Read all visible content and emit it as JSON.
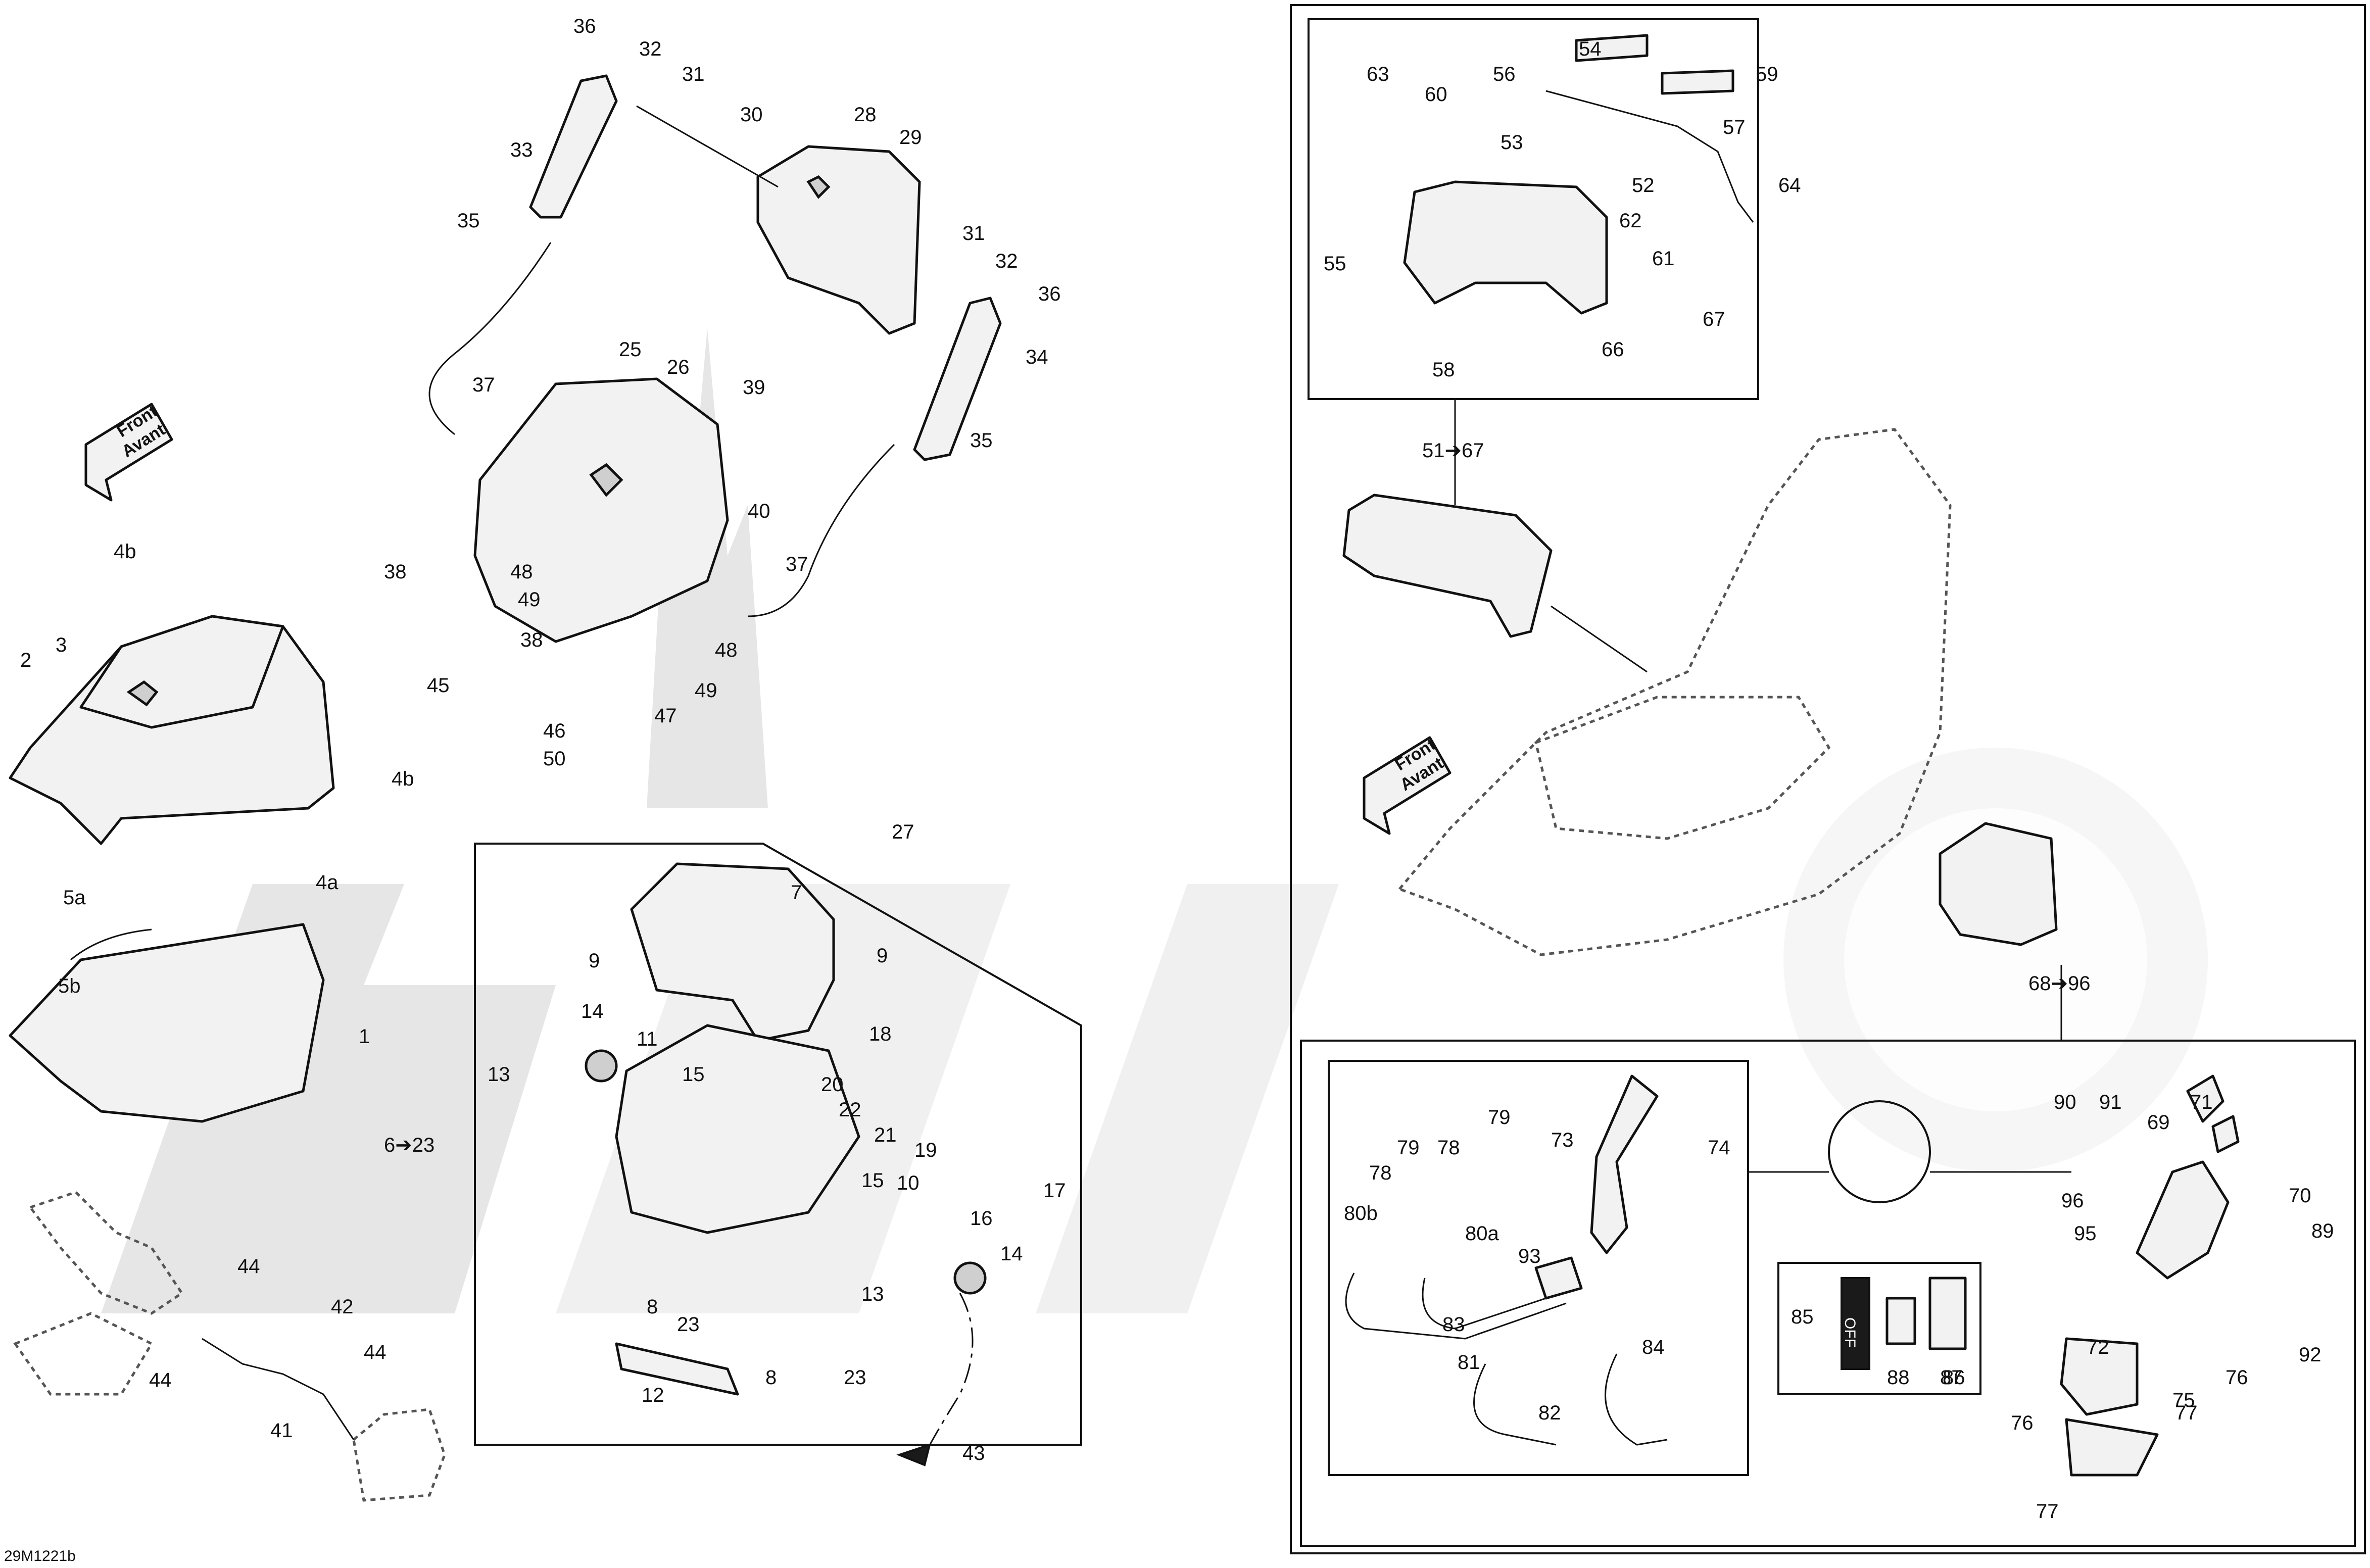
{
  "diagram_code": "29M1221b",
  "front_arrow": {
    "line1": "Front",
    "line2": "Avant"
  },
  "callouts": {
    "c1": "1",
    "c2": "2",
    "c3": "3",
    "c4a": "4a",
    "c4b_top": "4b",
    "c4b_bottom": "4b",
    "c5a": "5a",
    "c5b": "5b",
    "c6_23": "6➔23",
    "c7": "7",
    "c8a": "8",
    "c8b": "8",
    "c9a": "9",
    "c9b": "9",
    "c10": "10",
    "c11": "11",
    "c12": "12",
    "c13a": "13",
    "c13b": "13",
    "c14a": "14",
    "c14b": "14",
    "c15a": "15",
    "c15b": "15",
    "c16": "16",
    "c17": "17",
    "c18": "18",
    "c19": "19",
    "c20": "20",
    "c21": "21",
    "c22": "22",
    "c23a": "23",
    "c23b": "23",
    "c25": "25",
    "c26": "26",
    "c27": "27",
    "c28": "28",
    "c29": "29",
    "c30": "30",
    "c31a": "31",
    "c31b": "31",
    "c32a": "32",
    "c32b": "32",
    "c33": "33",
    "c34": "34",
    "c35a": "35",
    "c35b": "35",
    "c36a": "36",
    "c36b": "36",
    "c37a": "37",
    "c37b": "37",
    "c38a": "38",
    "c38b": "38",
    "c39": "39",
    "c40": "40",
    "c41": "41",
    "c42": "42",
    "c43": "43",
    "c44a": "44",
    "c44b": "44",
    "c44c": "44",
    "c45": "45",
    "c46": "46",
    "c47": "47",
    "c48a": "48",
    "c48b": "48",
    "c49a": "49",
    "c49b": "49",
    "c50": "50",
    "c51_67": "51➔67",
    "c52": "52",
    "c53": "53",
    "c54": "54",
    "c55": "55",
    "c56": "56",
    "c57": "57",
    "c58": "58",
    "c59": "59",
    "c60": "60",
    "c61": "61",
    "c62": "62",
    "c63": "63",
    "c64": "64",
    "c66": "66",
    "c67": "67",
    "c68_96": "68➔96",
    "c69": "69",
    "c70": "70",
    "c71": "71",
    "c72": "72",
    "c73": "73",
    "c74": "74",
    "c75": "75",
    "c76a": "76",
    "c76b": "76",
    "c77a": "77",
    "c77b": "77",
    "c78a": "78",
    "c78b": "78",
    "c79a": "79",
    "c79b": "79",
    "c80a": "80a",
    "c80b": "80b",
    "c81": "81",
    "c82": "82",
    "c83": "83",
    "c84": "84",
    "c85": "85",
    "c86": "86",
    "c87": "87",
    "c88": "88",
    "c89": "89",
    "c90": "90",
    "c91": "91",
    "c92": "92",
    "c93": "93",
    "c95": "95",
    "c96": "96"
  },
  "switch_label": {
    "off": "OFF"
  },
  "colors": {
    "line": "#111111",
    "fill": "#f2f2f2",
    "watermark": "#e6e6e6"
  }
}
